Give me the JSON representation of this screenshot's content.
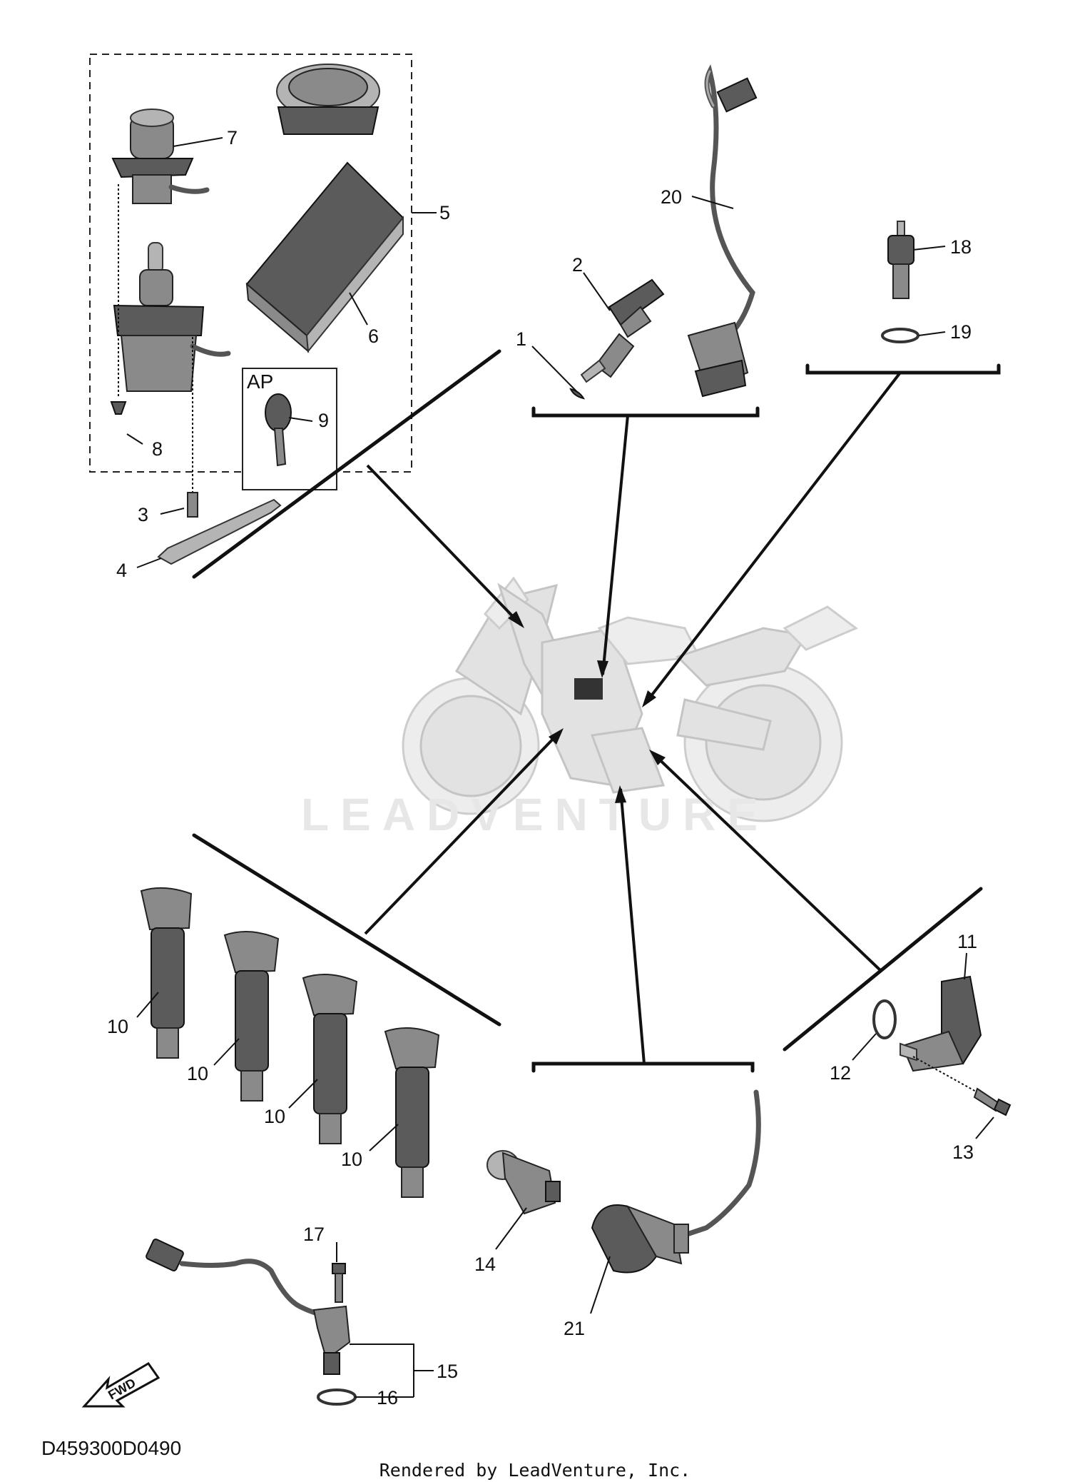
{
  "callouts": {
    "c1": "1",
    "c2": "2",
    "c3": "3",
    "c4": "4",
    "c5": "5",
    "c6": "6",
    "c7": "7",
    "c8": "8",
    "c9": "9",
    "c10a": "10",
    "c10b": "10",
    "c10c": "10",
    "c10d": "10",
    "c11": "11",
    "c12": "12",
    "c13": "13",
    "c14": "14",
    "c15": "15",
    "c16": "16",
    "c17": "17",
    "c18": "18",
    "c19": "19",
    "c20": "20",
    "c21": "21"
  },
  "kit_label": "AP",
  "fwd_label": "FWD",
  "watermark": "LEADVENTURE",
  "diagram_ref": "D459300D0490",
  "footer": "Rendered by LeadVenture, Inc."
}
